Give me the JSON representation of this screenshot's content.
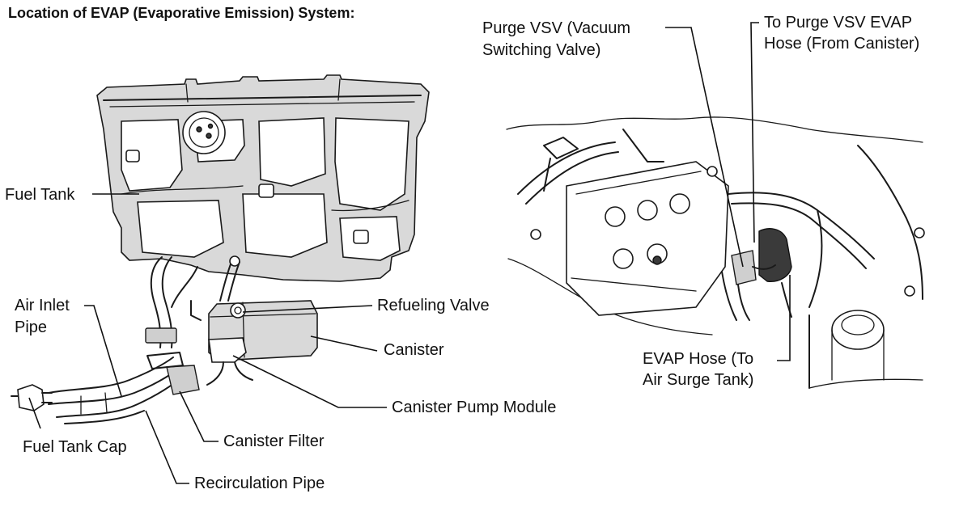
{
  "title": "Location of EVAP (Evaporative Emission) System:",
  "labels": {
    "fuel_tank": "Fuel Tank",
    "air_inlet_line1": "Air Inlet",
    "air_inlet_line2": "Pipe",
    "refueling_valve": "Refueling Valve",
    "canister": "Canister",
    "canister_pump_module": "Canister Pump Module",
    "canister_filter": "Canister Filter",
    "fuel_tank_cap": "Fuel Tank Cap",
    "recirculation_pipe": "Recirculation Pipe",
    "purge_vsv_line1": "Purge VSV (Vacuum",
    "purge_vsv_line2": "Switching Valve)",
    "to_purge_line1": "To Purge VSV EVAP",
    "to_purge_line2": "Hose (From Canister)",
    "evap_hose_line1": "EVAP Hose (To",
    "evap_hose_line2": "Air Surge Tank)"
  }
}
